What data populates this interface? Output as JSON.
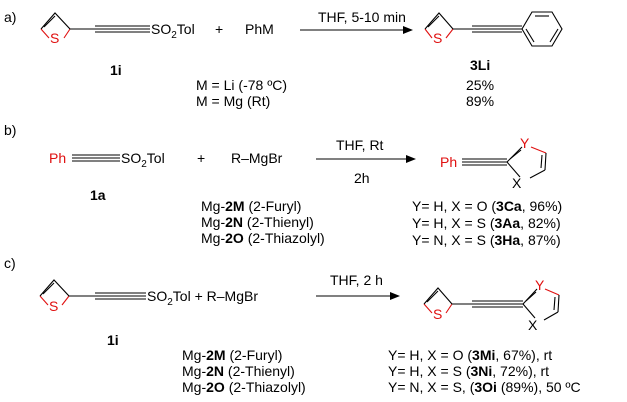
{
  "colors": {
    "ink": "#000000",
    "heteroatom_red": "#e01010",
    "background": "#ffffff"
  },
  "scheme_a": {
    "label": "a)",
    "ring_atom": "S",
    "reagent_1_group": "SO",
    "reagent_1_sub": "2",
    "reagent_1_tail": "Tol",
    "plus": "+",
    "reagent_2": "PhM",
    "conditions": "THF, 5-10 min",
    "compound_reagent": "1i",
    "compound_product": "3Li",
    "rows": [
      {
        "condition": "M = Li (-78 ºC)",
        "yield": "25%"
      },
      {
        "condition": "M = Mg (Rt)",
        "yield": "89%"
      }
    ]
  },
  "scheme_b": {
    "label": "b)",
    "ph_reagent": "Ph",
    "reagent_1_group": "SO",
    "reagent_1_sub": "2",
    "reagent_1_tail": "Tol",
    "plus": "+",
    "reagent_2": "R–MgBr",
    "conditions_top": "THF, Rt",
    "conditions_bottom": "2h",
    "compound_reagent": "1a",
    "ph_product": "Ph",
    "ring_y": "Y",
    "ring_x": "X",
    "grignards": [
      {
        "prefix": "Mg-",
        "code": "2M",
        "name": " (2-Furyl)"
      },
      {
        "prefix": "Mg-",
        "code": "2N",
        "name": " (2-Thienyl)"
      },
      {
        "prefix": "Mg-",
        "code": "2O",
        "name": " (2-Thiazolyl)"
      }
    ],
    "products": [
      {
        "pre": "Y= H, X = O (",
        "code": "3Ca",
        "post": ", 96%)"
      },
      {
        "pre": "Y= H, X = S (",
        "code": "3Aa",
        "post": ", 82%)"
      },
      {
        "pre": "Y= N, X = S (",
        "code": "3Ha",
        "post": ", 87%)"
      }
    ]
  },
  "scheme_c": {
    "label": "c)",
    "ring_atom": "S",
    "reagent_1_group": "SO",
    "reagent_1_sub": "2",
    "reagent_1_tail": "Tol + R–MgBr",
    "conditions": "THF, 2 h",
    "compound_reagent": "1i",
    "product_ring_atom": "S",
    "ring_y": "Y",
    "ring_x": "X",
    "grignards": [
      {
        "prefix": "Mg-",
        "code": "2M",
        "name": " (2-Furyl)"
      },
      {
        "prefix": "Mg-",
        "code": "2N",
        "name": " (2-Thienyl)"
      },
      {
        "prefix": "Mg-",
        "code": "2O",
        "name": " (2-Thiazolyl)"
      }
    ],
    "products": [
      {
        "pre": "Y= H, X = O (",
        "code": "3Mi",
        "post": ", 67%), rt"
      },
      {
        "pre": "Y= H, X = S (",
        "code": "3Ni",
        "post": ", 72%), rt"
      },
      {
        "pre": "Y= N, X = S, (",
        "code": "3Oi",
        "post": " (89%), 50 ºC"
      }
    ]
  }
}
